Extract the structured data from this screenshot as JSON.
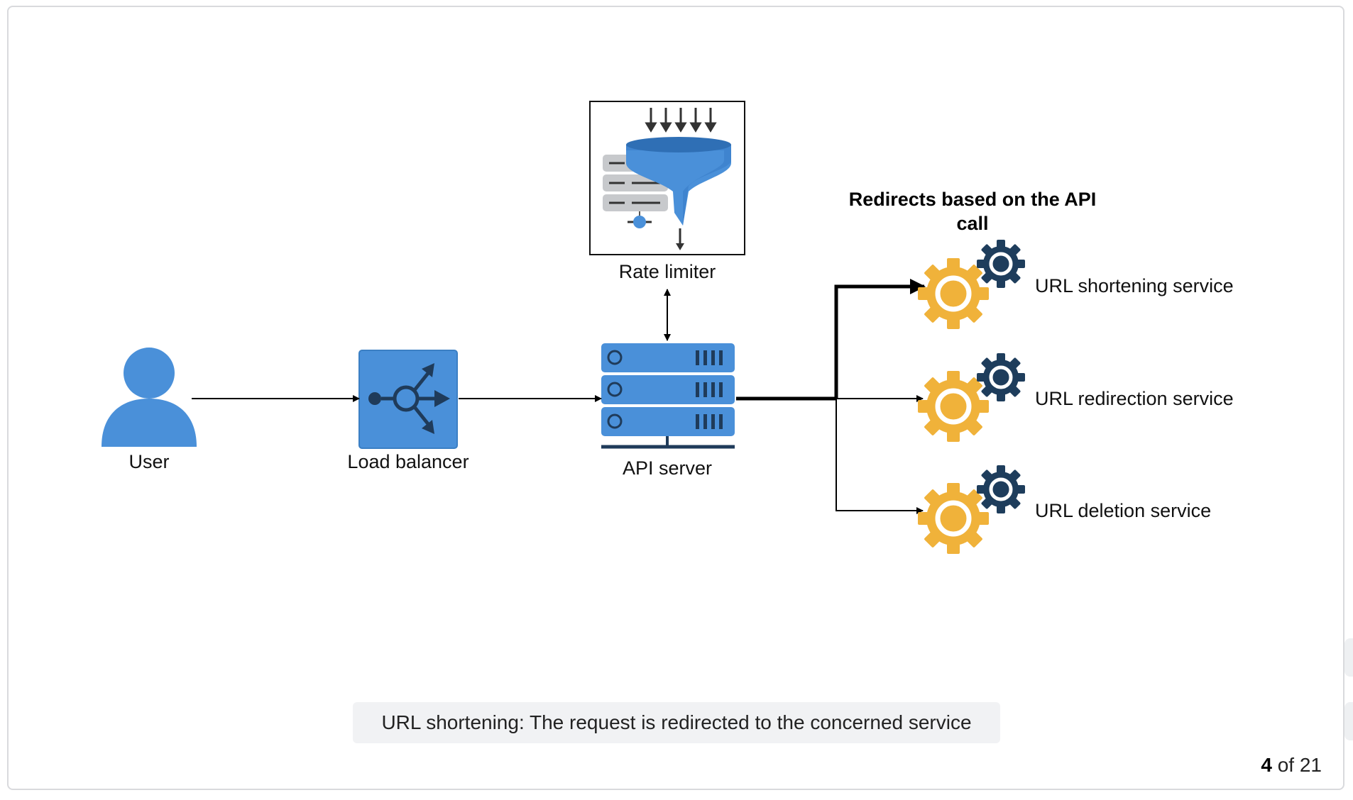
{
  "diagram": {
    "nodes": {
      "user": "User",
      "load_balancer": "Load balancer",
      "api_server": "API server",
      "rate_limiter": "Rate limiter"
    },
    "heading": "Redirects based on the API call",
    "services": [
      "URL shortening service",
      "URL redirection service",
      "URL deletion service"
    ],
    "edges": [
      {
        "from": "User",
        "to": "Load balancer"
      },
      {
        "from": "Load balancer",
        "to": "API server"
      },
      {
        "from": "API server",
        "to": "Rate limiter",
        "bidirectional": true
      },
      {
        "from": "API server",
        "to": "URL shortening service",
        "highlighted": true
      },
      {
        "from": "API server",
        "to": "URL redirection service"
      },
      {
        "from": "API server",
        "to": "URL deletion service"
      }
    ]
  },
  "caption": "URL shortening: The request is redirected to the concerned service",
  "pager": {
    "current": "4",
    "rest": "of 21"
  },
  "colors": {
    "blue": "#4a90d9",
    "gear_yellow": "#f0b23a",
    "gear_navy": "#1e3d5c",
    "caption_bg": "#f1f2f4"
  },
  "icons": [
    "user-icon",
    "load-balancer-icon",
    "rate-limiter-icon",
    "server-icon",
    "gear-icon"
  ]
}
